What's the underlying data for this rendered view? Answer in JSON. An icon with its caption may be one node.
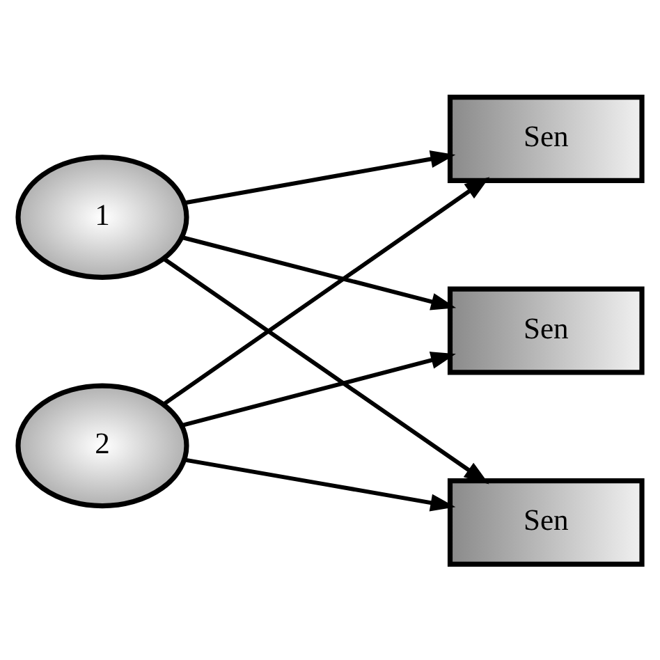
{
  "diagram": {
    "nodes": [
      {
        "text": [
          "1"
        ]
      },
      {
        "text": [
          "2"
        ]
      },
      {
        "text": [
          "Sen"
        ]
      },
      {
        "text": [
          "Sen"
        ]
      },
      {
        "text": [
          "Sen"
        ]
      }
    ],
    "edges": [
      {
        "from": 0,
        "to": 2,
        "arrow": "to"
      },
      {
        "from": 0,
        "to": 3,
        "arrow": "to"
      },
      {
        "from": 0,
        "to": 4,
        "arrow": "to"
      },
      {
        "from": 1,
        "to": 2,
        "arrow": "to"
      },
      {
        "from": 1,
        "to": 3,
        "arrow": "to"
      },
      {
        "from": 1,
        "to": 4,
        "arrow": "to"
      }
    ]
  }
}
